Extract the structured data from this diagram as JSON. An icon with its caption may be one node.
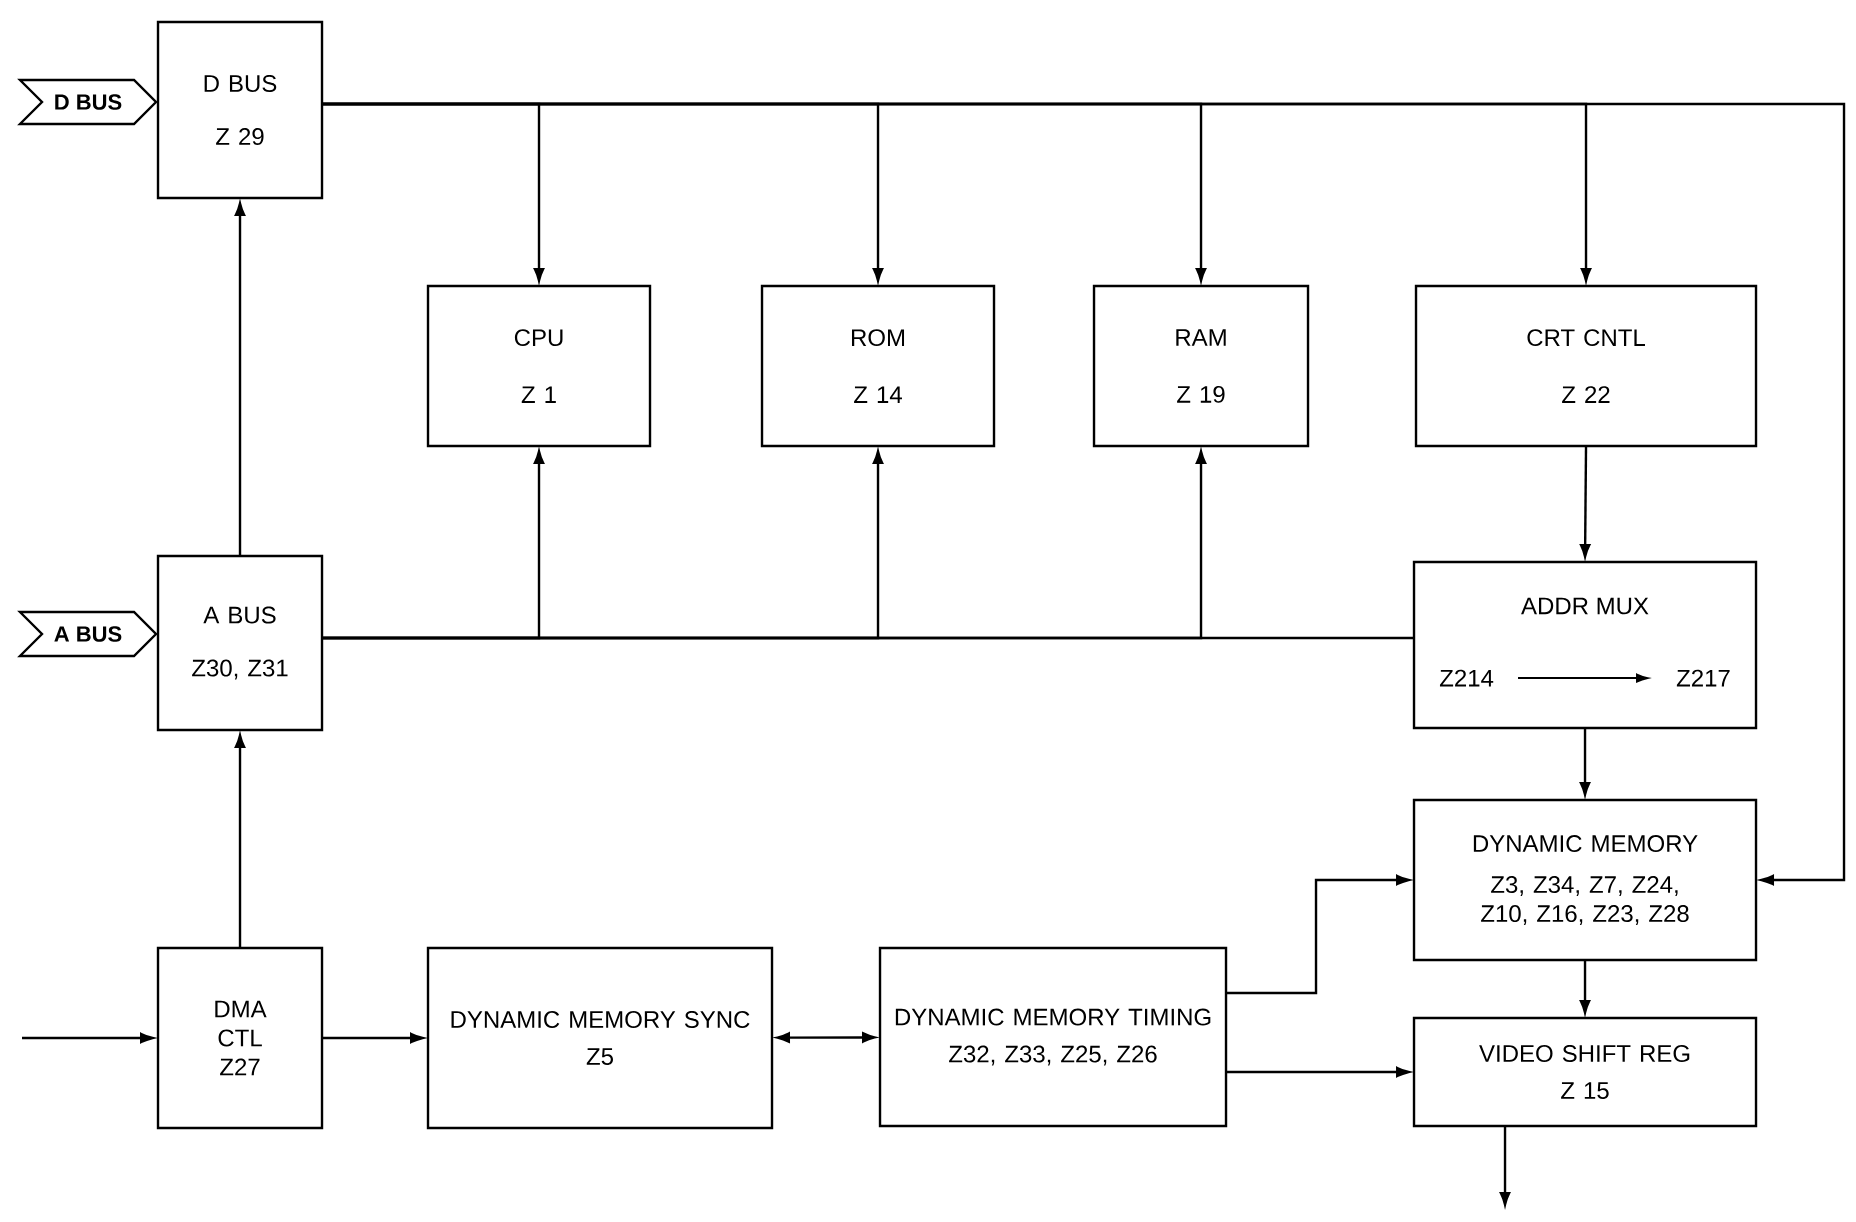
{
  "diagram": {
    "nodes": [
      {
        "text": [
          "D BUS"
        ]
      },
      {
        "text": [
          "D BUS",
          "Z 29"
        ]
      },
      {
        "text": [
          "CPU",
          "Z 1"
        ]
      },
      {
        "text": [
          "ROM",
          "Z 14"
        ]
      },
      {
        "text": [
          "RAM",
          "Z 19"
        ]
      },
      {
        "text": [
          "CRT CNTL",
          "Z 22"
        ]
      },
      {
        "text": [
          "A BUS"
        ]
      },
      {
        "text": [
          "A BUS",
          "Z30, Z31"
        ]
      },
      {
        "text": [
          "ADDR MUX",
          "Z214",
          "Z217"
        ]
      },
      {
        "text": [
          "DYNAMIC MEMORY",
          "Z3, Z34, Z7, Z24, Z10, Z16, Z23, Z28"
        ]
      },
      {
        "text": [
          "DMA CTL Z27"
        ]
      },
      {
        "text": [
          "DYNAMIC MEMORY SYNC",
          "Z5"
        ]
      },
      {
        "text": [
          "DYNAMIC MEMORY TIMING",
          "Z32, Z33, Z25, Z26"
        ]
      },
      {
        "text": [
          "VIDEO SHIFT REG",
          "Z 15"
        ]
      }
    ],
    "edges": [
      {
        "from": 10,
        "to": 7,
        "arrow": "to"
      },
      {
        "from": 7,
        "to": 1,
        "arrow": "to"
      },
      {
        "from": 1,
        "to": 2,
        "arrow": "to"
      },
      {
        "from": 1,
        "to": 3,
        "arrow": "to"
      },
      {
        "from": 1,
        "to": 4,
        "arrow": "to"
      },
      {
        "from": 1,
        "to": 5,
        "arrow": "to"
      },
      {
        "from": 1,
        "to": 9,
        "arrow": "to"
      },
      {
        "from": 7,
        "to": 2,
        "arrow": "to"
      },
      {
        "from": 7,
        "to": 3,
        "arrow": "to"
      },
      {
        "from": 7,
        "to": 4,
        "arrow": "to"
      },
      {
        "from": 7,
        "to": 8,
        "arrow": "none"
      },
      {
        "from": 5,
        "to": 8,
        "arrow": "to"
      },
      {
        "from": 8,
        "to": 9,
        "arrow": "to"
      },
      {
        "from": 9,
        "to": 13,
        "arrow": "to"
      },
      {
        "from": null,
        "to": 10,
        "arrow": "to"
      },
      {
        "from": 10,
        "to": 11,
        "arrow": "to"
      },
      {
        "from": 11,
        "to": 12,
        "arrow": "both"
      },
      {
        "from": 12,
        "to": 9,
        "arrow": "to"
      },
      {
        "from": 12,
        "to": 13,
        "arrow": "to"
      },
      {
        "from": 13,
        "to": null,
        "arrow": "to"
      }
    ]
  }
}
